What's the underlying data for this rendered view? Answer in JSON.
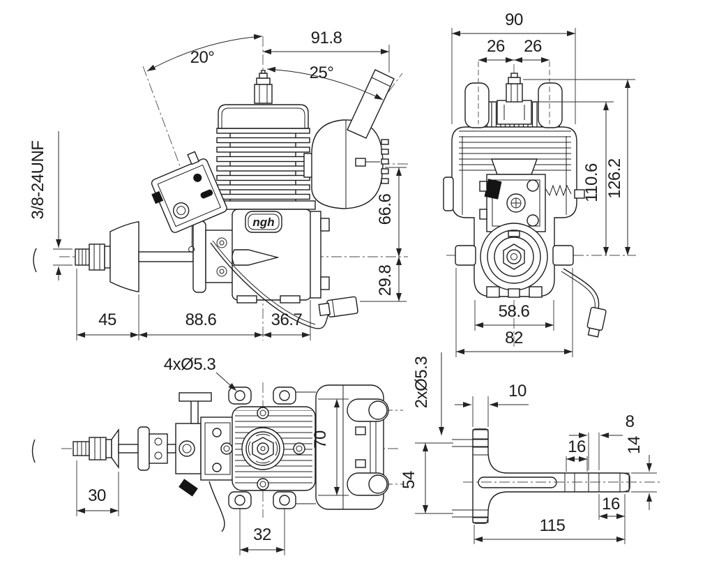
{
  "drawing": {
    "views": {
      "side": {
        "logo": "ngh",
        "dims": {
          "carb_angle": "20°",
          "muffler_angle": "25°",
          "cylinder_to_muffler": "91.8",
          "muffler_center_height": "66.6",
          "lower_height": "29.8",
          "prop_shaft_length": "45",
          "case_length": "88.6",
          "rear_length": "36.7",
          "prop_thread": "3/8-24UNF"
        }
      },
      "front": {
        "dims": {
          "head_width": "90",
          "fin_offset_left": "26",
          "fin_offset_right": "26",
          "height_to_fin_top": "110.6",
          "overall_height": "126.2",
          "crankcase_width": "58.6",
          "mount_lug_width": "82"
        }
      },
      "top": {
        "dims": {
          "mount_holes": "4xØ5.3",
          "prop_hub_length": "30",
          "mount_hole_spacing": "32",
          "muffler_width": "70"
        }
      },
      "bracket": {
        "dims": {
          "holes": "2xØ5.3",
          "flange_thickness": "10",
          "clamp_band_width": "8",
          "clamp_spacing_top": "16",
          "arm_height": "14",
          "hole_spacing": "54",
          "clamp_spacing_bottom": "16",
          "overall_length": "115"
        }
      }
    }
  }
}
